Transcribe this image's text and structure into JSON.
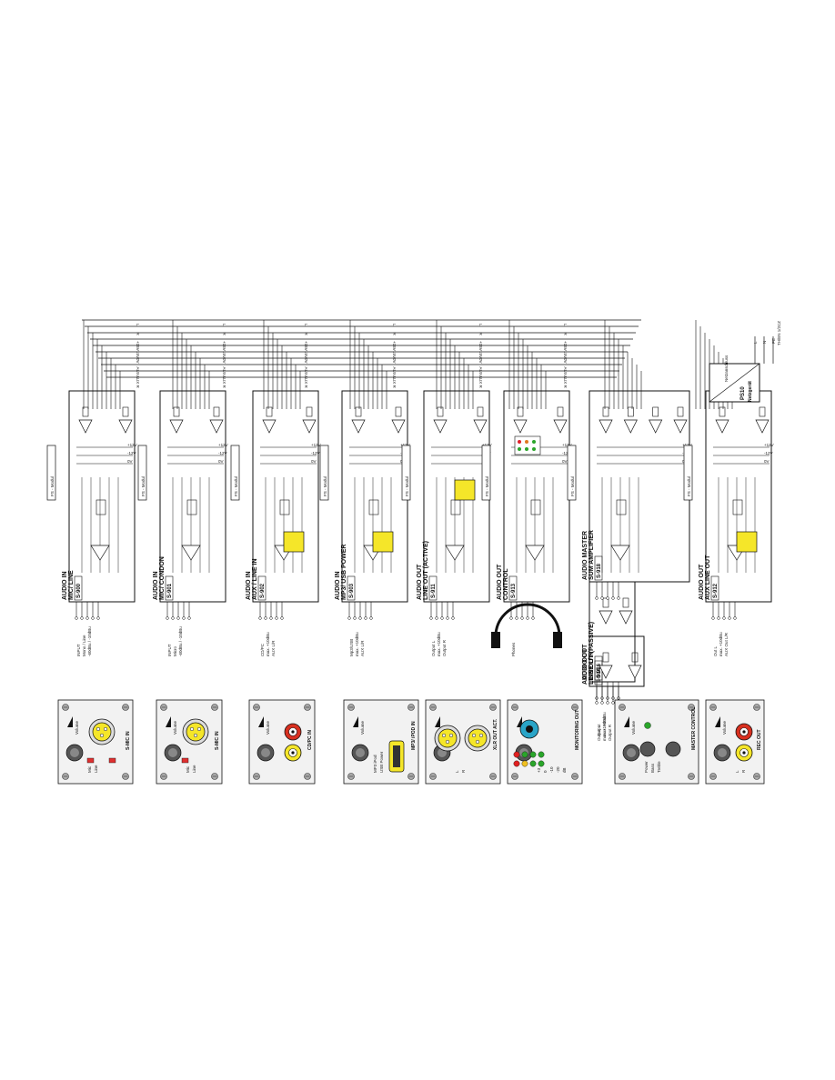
{
  "modules": [
    {
      "code": "S-900",
      "title1": "AUDIO IN",
      "title2": "MIC/ LINE",
      "input": "INPUT",
      "input_sub": "Mono / Line",
      "input_level": "-60dBu / -10dBu"
    },
    {
      "code": "S-901",
      "title1": "AUDIO IN",
      "title2": "MIC/ CONDON",
      "input": "INPUT",
      "input_sub": "Micro",
      "input_level": "-60dBu / -10dBu"
    },
    {
      "code": "S-902",
      "title1": "AUDIO IN",
      "title2": "AUX / LINE IN",
      "input": "CD/PC",
      "input_sub": "max. +10dBu",
      "input_level": "AUX L/R"
    },
    {
      "code": "S-903",
      "title1": "AUDIO IN",
      "title2": "MP3/ USB POWER",
      "input": "Mp3/USB",
      "input_sub": "max. +10dBu",
      "input_level": "AUX L/R"
    },
    {
      "code": "S-911",
      "title1": "AUDIO OUT",
      "title2": "LINE OUT (ACTIVE)",
      "input": "Output L",
      "input_sub": "max. +10dBu",
      "input_level": "Output R"
    },
    {
      "code": "S-913",
      "title1": "AUDIO OUT",
      "title2": "CONTROL",
      "input": "Phones",
      "input_sub": "",
      "input_level": ""
    },
    {
      "code": "S-914",
      "title1": "AUDIO OUT",
      "title2": "LINE OUT (PASSIVE)",
      "input": "Output L",
      "input_sub": "max. +10dBu",
      "input_level": "Output R"
    },
    {
      "code": "S-916",
      "title1": "AUDIO OUT",
      "title2": "LINE L/ R",
      "input": "Output",
      "input_sub": "max. +10dBu",
      "input_level": ""
    },
    {
      "code": "S-918",
      "title1": "AUDIO MASTER",
      "title2": "SUM AMPLIFIER",
      "input": "",
      "input_sub": "",
      "input_level": ""
    },
    {
      "code": "S-912",
      "title1": "AUDIO OUT",
      "title2": "AUX LINE OUT",
      "input": "Out L",
      "input_sub": "max. +10dBu",
      "input_level": "AUX Out L/R"
    }
  ],
  "bus_strip": "FS - Modul",
  "bus_lines": [
    "L",
    "R",
    "+15V",
    "-15V",
    "0V",
    "AUX L",
    "AUX R",
    "MON L",
    "MON R"
  ],
  "rail_labels": [
    "+12V",
    "-12V",
    "0V"
  ],
  "psu": {
    "code": "PS10",
    "title": "Netzgerät",
    "mains_label": "Netzanschluss",
    "mains_voltage": "TH/EN 1/2CZ",
    "pins": [
      "L",
      "N",
      "PE"
    ]
  },
  "panels": [
    {
      "name": "S-MIC IN",
      "knob": "Volume",
      "switch_labels": [
        "Mic",
        "Line"
      ]
    },
    {
      "name": "S-MIC IN",
      "knob": "Volume",
      "switch_labels": [
        "Mic",
        "Line"
      ]
    },
    {
      "name": "CD/PC IN",
      "knob": "Volume",
      "switch_labels": []
    },
    {
      "name": "MP3/ iPOD IN",
      "knob": "Volume",
      "switch_labels": [
        "MP3 iPod",
        "USB Power"
      ]
    },
    {
      "name": "XLR OUT ACT.",
      "knob": "",
      "switch_labels": [
        "L",
        "R"
      ]
    },
    {
      "name": "MONITORING OUT",
      "knob": "Volume",
      "switch_labels": [
        "+3",
        "0",
        "-10",
        "-20",
        "dB"
      ]
    },
    {
      "name": "MASTER CONTROL",
      "knob": "Volume",
      "switch_labels": [
        "Power",
        "Bass",
        "Treble"
      ]
    },
    {
      "name": "REC OUT",
      "knob": "Volume",
      "switch_labels": [
        "L",
        "R"
      ]
    }
  ]
}
